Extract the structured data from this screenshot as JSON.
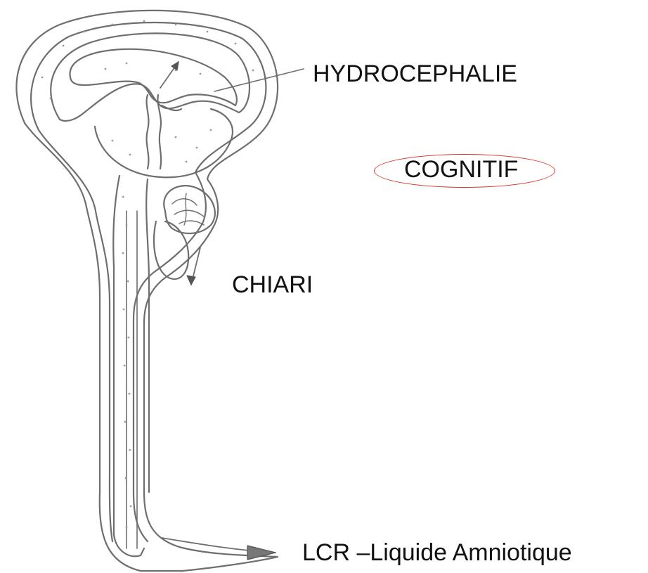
{
  "labels": {
    "hydrocephalie": "HYDROCEPHALIE",
    "cognitif": "COGNITIF",
    "chiari": "CHIARI",
    "lcr": "LCR –Liquide Amniotique"
  },
  "colors": {
    "sketch_line": "#6e6e6e",
    "dots": "#9a9a9a",
    "text": "#111111",
    "highlight_ellipse": "#d93025",
    "background": "#ffffff"
  }
}
